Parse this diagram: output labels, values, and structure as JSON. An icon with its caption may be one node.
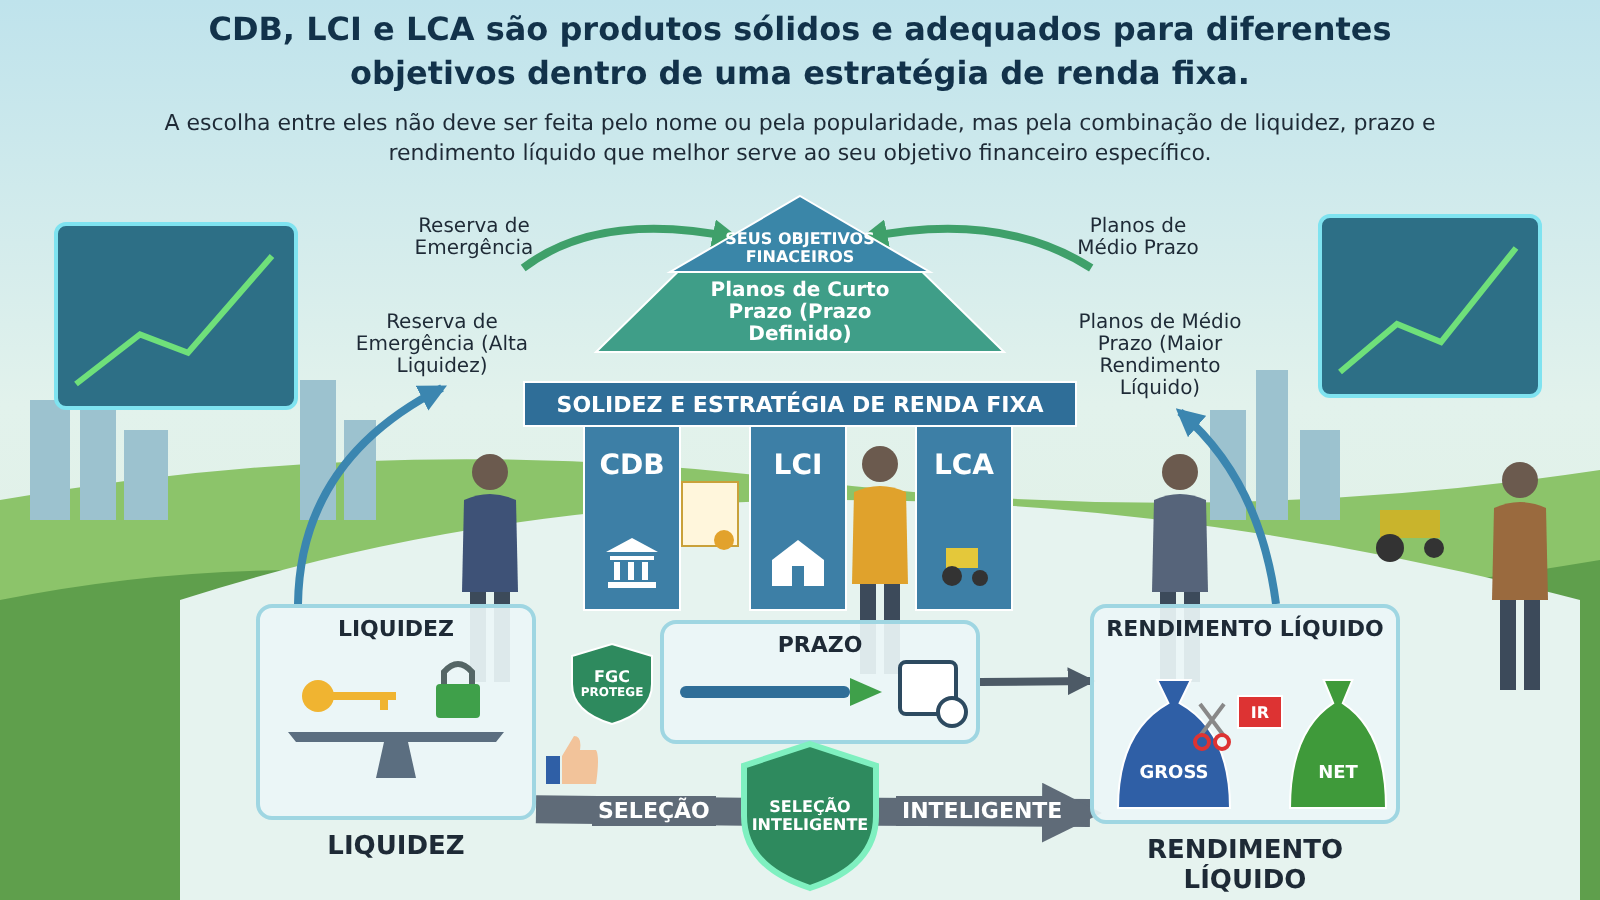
{
  "diagram": {
    "title": "CDB, LCI e LCA são produtos sólidos e adequados para diferentes objetivos dentro de uma estratégia de renda fixa.",
    "nodes": [
      {
        "text": [
          "SEUS OBJETIVOS FINACEIROS"
        ]
      },
      {
        "text": [
          "Planos de Curto Prazo (Prazo Definido)"
        ]
      },
      {
        "text": [
          "SOLIDEZ E ESTRATÉGIA DE RENDA FIXA"
        ]
      },
      {
        "text": [
          "CDB"
        ]
      },
      {
        "text": [
          "LCI"
        ]
      },
      {
        "text": [
          "LCA"
        ]
      },
      {
        "text": [
          "Reserva de Emergência"
        ]
      },
      {
        "text": [
          "Planos de Médio Prazo"
        ]
      },
      {
        "text": [
          "Reserva de Emergência (Alta Liquidez)"
        ]
      },
      {
        "text": [
          "Planos de Médio Prazo (Maior Rendimento Líquido)"
        ]
      },
      {
        "text": [
          "LIQUIDEZ"
        ],
        "beside": [
          "LIQUIDEZ"
        ]
      },
      {
        "text": [
          "PRAZO"
        ]
      },
      {
        "text": [
          "RENDIMENTO LÍQUIDO"
        ],
        "beside": [
          "RENDIMENTO LÍQUIDO"
        ]
      },
      {
        "text": [
          "SELEÇÃO INTELIGENTE"
        ]
      },
      {
        "text": [
          "FGC",
          "PROTEGE"
        ]
      },
      {
        "text": [
          "GROSS"
        ],
        "in": 12
      },
      {
        "text": [
          "IR"
        ],
        "in": 12
      },
      {
        "text": [
          "NET"
        ],
        "in": 12
      }
    ],
    "edges": [
      {
        "from": 6,
        "to": 0,
        "arrow": "to",
        "color": "#3fa06a"
      },
      {
        "from": 7,
        "to": 0,
        "arrow": "to",
        "color": "#3fa06a"
      },
      {
        "from": 10,
        "to": 8,
        "arrow": "to",
        "color": "#3b86b0"
      },
      {
        "from": 12,
        "to": 9,
        "arrow": "to",
        "color": "#3b86b0"
      },
      {
        "from": 11,
        "to": 12,
        "arrow": "to",
        "color": "#4d5a66"
      },
      {
        "from": 10,
        "to": 13,
        "arrow": "none",
        "label": "SELEÇÃO",
        "style": "thick",
        "color": "#5f6b78"
      },
      {
        "from": 13,
        "to": 12,
        "arrow": "to",
        "label": "INTELIGENTE",
        "style": "thick",
        "color": "#5f6b78"
      }
    ],
    "labels": [
      "A escolha entre eles não deve ser feita pelo nome ou pela popularidade, mas pela combinação de liquidez, prazo e rendimento líquido que melhor serve ao seu objetivo financeiro específico."
    ]
  }
}
